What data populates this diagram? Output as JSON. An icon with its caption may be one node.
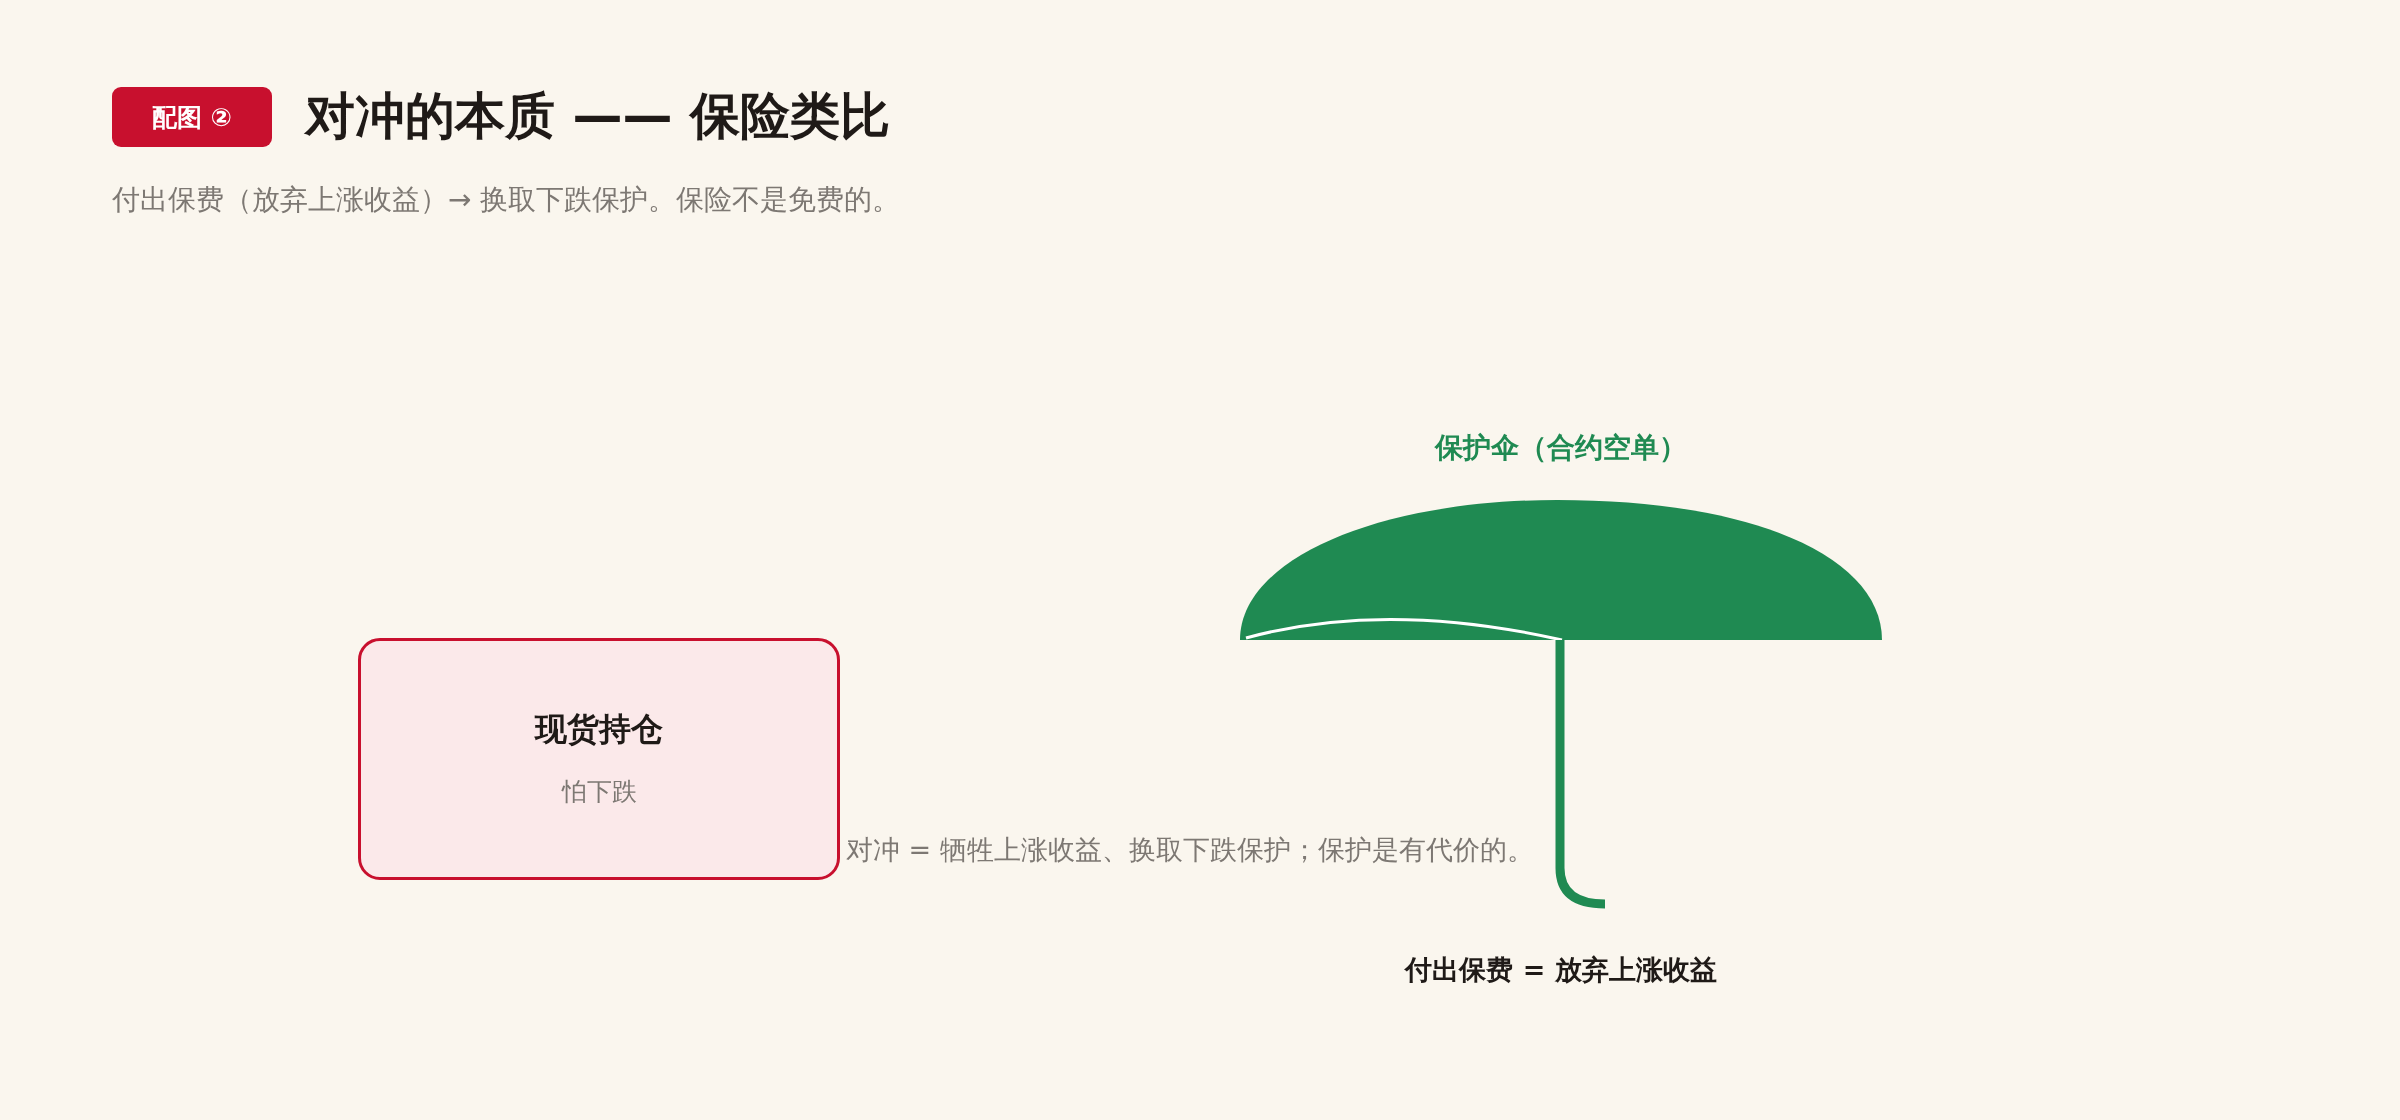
{
  "diagram": {
    "title": "对冲的本质 —— 保险类比",
    "caption": "付出保费（放弃上涨收益）→ 换取下跌保护。保险不是免费的。",
    "nodes": [
      {
        "text": [
          "现货持仓",
          "怕下跌"
        ]
      },
      {
        "text": [
          "保护伞（合约空单）"
        ],
        "beside": [
          "付出保费 = 放弃上涨收益"
        ]
      }
    ],
    "labels": [
      "配图 ②",
      "对冲 = 牺牲上涨收益、换取下跌保护；保护是有代价的。"
    ]
  }
}
